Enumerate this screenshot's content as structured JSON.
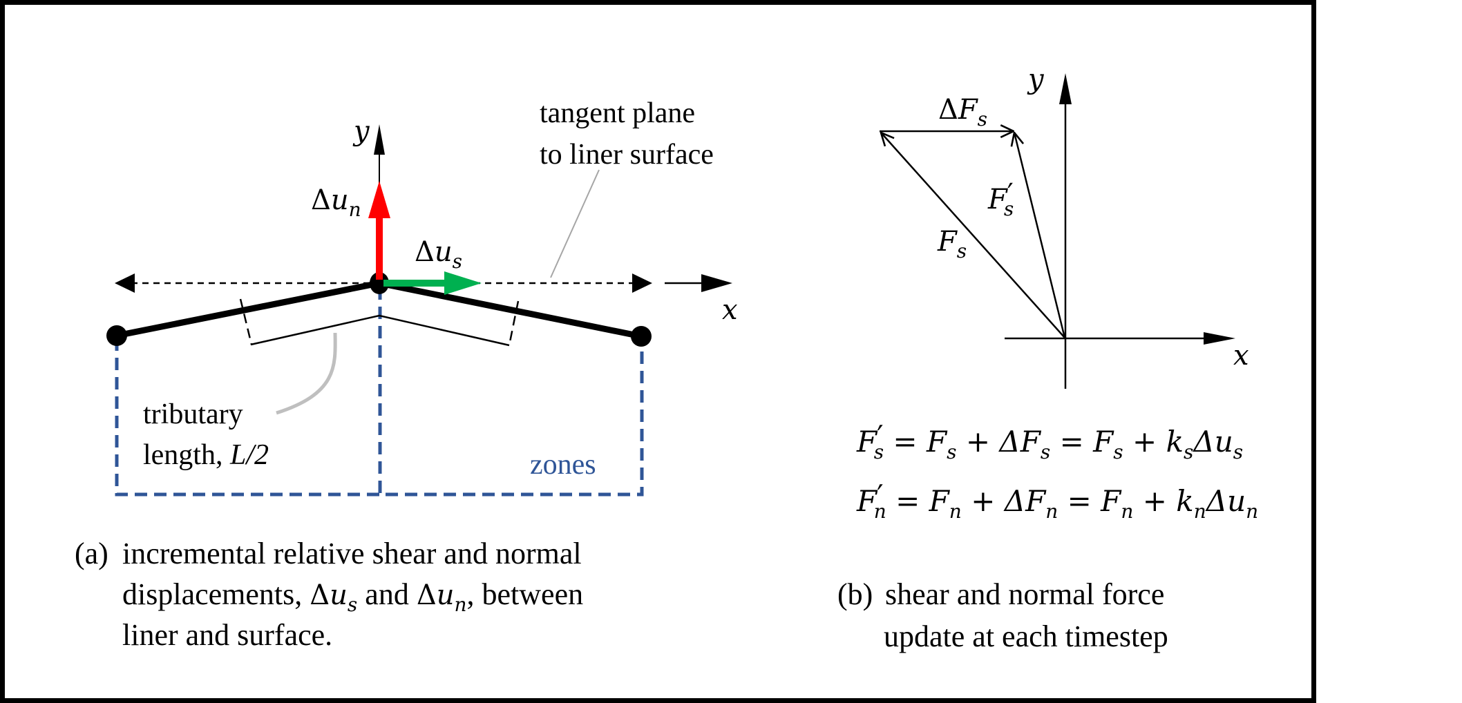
{
  "colors": {
    "frame": "#000000",
    "normal_arrow": "#FF0000",
    "shear_arrow": "#00B050",
    "zones": "#2F5597",
    "leader": "#BFBFBF",
    "ink": "#000000"
  },
  "panel_a": {
    "axis_y_label": "y",
    "axis_x_label": "x",
    "normal_disp": {
      "delta": "Δ",
      "var": "u",
      "sub": "n"
    },
    "shear_disp": {
      "delta": "Δ",
      "var": "u",
      "sub": "s"
    },
    "tangent_label": {
      "line1": "tangent plane",
      "line2": "to liner surface"
    },
    "tributary_label": {
      "line1": "tributary",
      "line2_text": "length, ",
      "line2_italic": "L/2"
    },
    "zones_label": "zones",
    "caption": {
      "tag": "(a)",
      "line1": "incremental relative shear and normal",
      "line2_a": "displacements, ",
      "line2_b": " and ",
      "line2_c": ", between",
      "line3": "liner and surface."
    }
  },
  "panel_b": {
    "axis_y_label": "y",
    "axis_x_label": "x",
    "delta_fs": {
      "delta": "Δ",
      "var": "F",
      "sub": "s"
    },
    "fs_prime": {
      "var": "F",
      "prime": "′",
      "sub": "s"
    },
    "fs": {
      "var": "F",
      "sub": "s"
    },
    "equations": {
      "eq1": {
        "lhs": "F",
        "lhs_prime": "′",
        "sub": "s",
        "rhs1": " = F",
        "rhs2": " + ΔF",
        "rhs3": " = F",
        "rhs4": " + k",
        "rhs5": "Δu"
      },
      "eq2": {
        "lhs": "F",
        "lhs_prime": "′",
        "sub": "n",
        "rhs1": " = F",
        "rhs2": " + ΔF",
        "rhs3": " = F",
        "rhs4": " + k",
        "rhs5": "Δu"
      }
    },
    "caption": {
      "tag": "(b)",
      "line1": "shear and normal force",
      "line2": "update at each timestep"
    }
  }
}
